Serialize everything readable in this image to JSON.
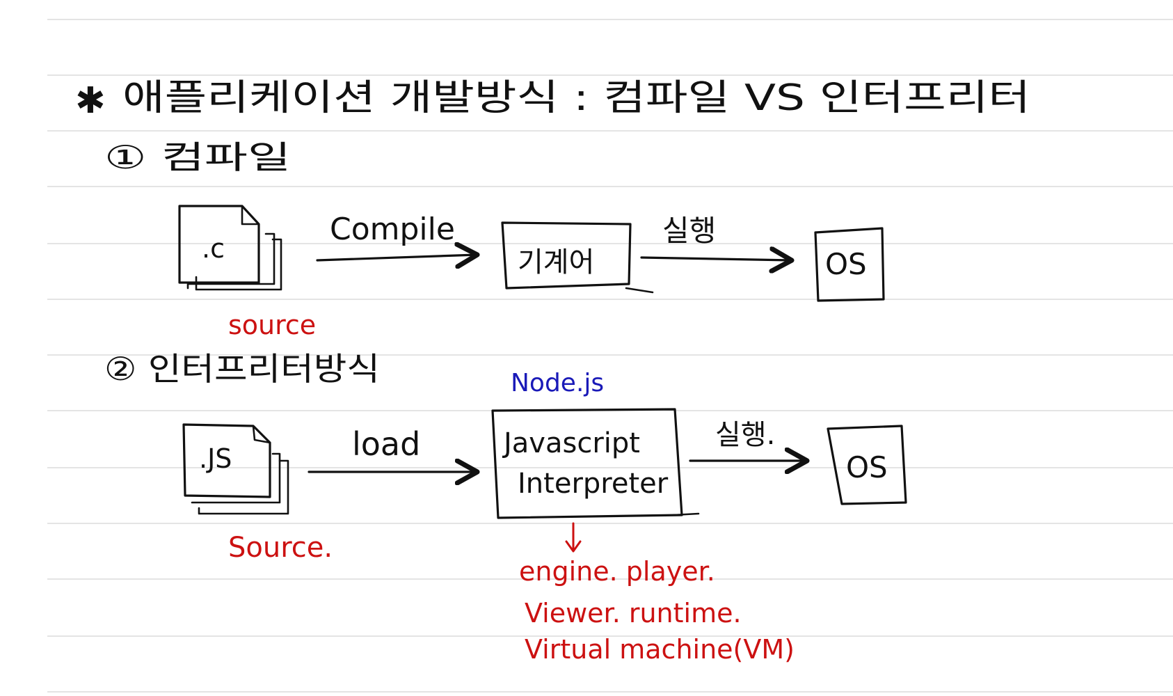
{
  "title": {
    "star": "✱",
    "text": "애플리케이션 개발방식 : 컴파일 VS 인터프리터"
  },
  "section1": {
    "heading": "① 컴파일",
    "file_ext": ".c",
    "source_label": "source",
    "arrow1_label": "Compile",
    "box_label": "기계어",
    "arrow2_label": "실행",
    "os_label": "OS"
  },
  "section2": {
    "heading": "② 인터프리터방식",
    "file_ext": ".JS",
    "source_label": "Source.",
    "arrow1_label": "load",
    "runtime_name": "Node.js",
    "box_line1": "Javascript",
    "box_line2": "Interpreter",
    "arrow2_label": "실행.",
    "os_label": "OS",
    "aliases": [
      "engine. player.",
      "Viewer. runtime.",
      "Virtual machine(VM)"
    ]
  },
  "colors": {
    "ink": "#111111",
    "red_note": "#cc1111",
    "blue_note": "#1a1ab8",
    "rule": "#dcdcdc"
  }
}
